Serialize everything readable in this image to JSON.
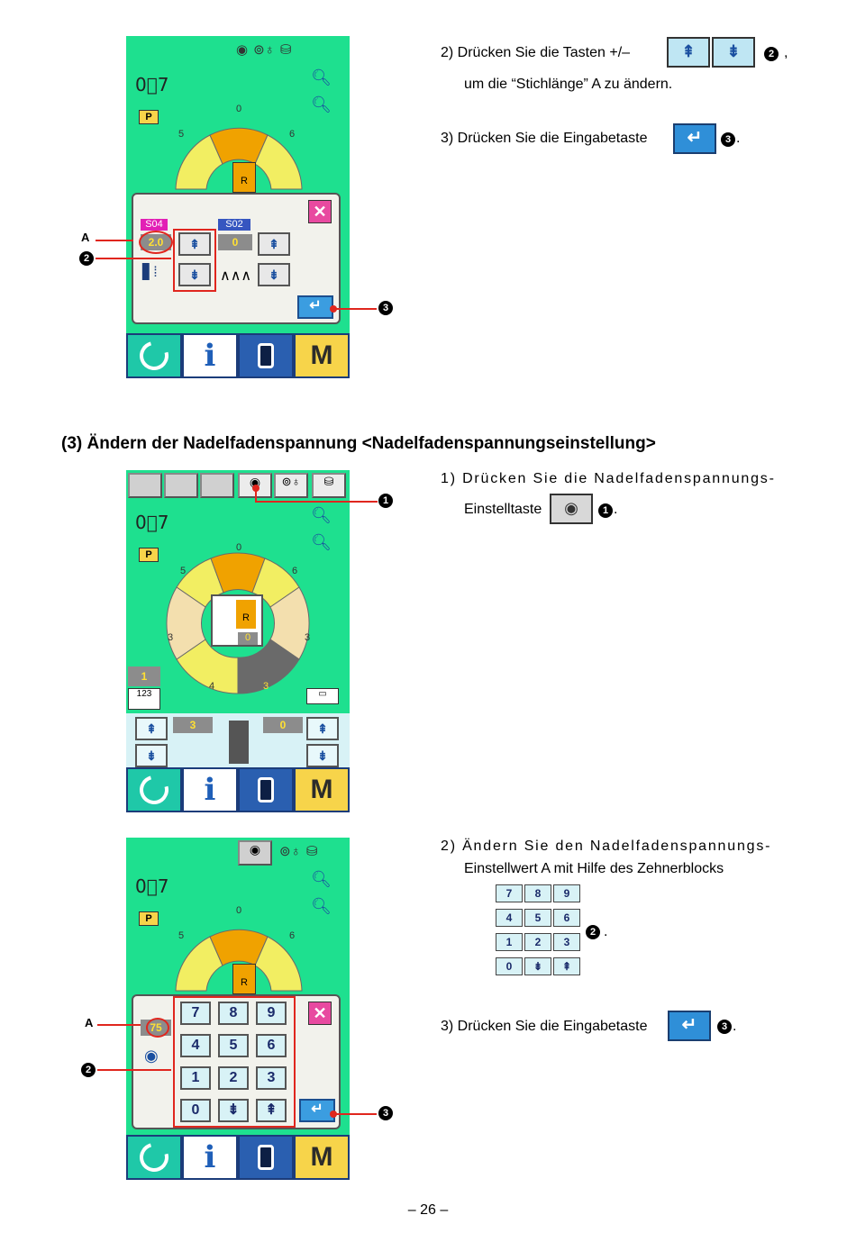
{
  "section1": {
    "step2_pre": "2)  Drücken Sie die Tasten +/–",
    "step2_key_up": "⇞",
    "step2_key_down": "⇟",
    "step2_post": ",",
    "step2_line2": "um die “Stichlänge” A zu ändern.",
    "step3": "3)  Drücken Sie die Eingabetaste",
    "step3_post": "."
  },
  "heading": "(3) Ändern der Nadelfadenspannung <Nadelfadenspannungseinstellung>",
  "section2": {
    "step1_line1": "1)  Drücken Sie die Nadelfadenspannungs-",
    "step1_line2": "Einstelltaste",
    "step1_post": "."
  },
  "section3": {
    "step2_line1": "2)  Ändern Sie den Nadelfadenspannungs-",
    "step2_line2": "Einstellwert A mit Hilfe des Zehnerblocks",
    "step2_post": ".",
    "step3": "3)  Drücken Sie die Eingabetaste",
    "step3_post": ".",
    "keypad": [
      "7",
      "8",
      "9",
      "4",
      "5",
      "6",
      "1",
      "2",
      "3",
      "0",
      "⇟",
      "⇞"
    ]
  },
  "callouts": {
    "label_a": "A",
    "num1": "1",
    "num2": "2",
    "num3": "3"
  },
  "panel1": {
    "tag_a": "S04",
    "tag_b": "S02",
    "value_a": "2.0",
    "value_b": "0",
    "ring_labels": [
      "0",
      "5",
      "6"
    ],
    "presser": "R"
  },
  "panel2": {
    "ring_labels": [
      "0",
      "5",
      "6",
      "3",
      "3",
      "4",
      "3"
    ],
    "presser": "R",
    "center_val": "0",
    "left_counter": "1",
    "val_left": "3",
    "val_right": "0"
  },
  "panel3": {
    "value_a": "75",
    "ring_labels": [
      "0",
      "5",
      "6"
    ],
    "presser": "R",
    "numpad": [
      "7",
      "8",
      "9",
      "4",
      "5",
      "6",
      "1",
      "2",
      "3",
      "0",
      "⇟",
      "⇞"
    ]
  },
  "bottombar": {
    "info": "i",
    "mode": "M"
  },
  "pageno": "– 26 –",
  "colors": {
    "screen": "#1ee08f",
    "accent_red": "#e0261e",
    "ring_orange": "#f0a200",
    "ring_yellow": "#f2ee62"
  }
}
